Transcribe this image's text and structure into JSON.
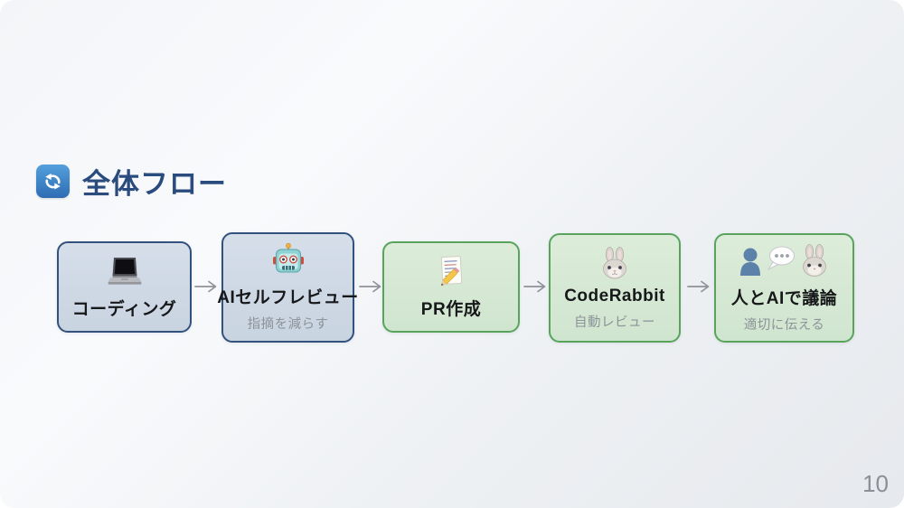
{
  "slide": {
    "title": {
      "text": "全体フロー",
      "icon": "refresh-cycle-icon"
    },
    "flow": {
      "boxes": [
        {
          "label": "コーディング",
          "subtitle": "",
          "icon": "laptop-icon",
          "theme": "blue"
        },
        {
          "label": "AIセルフレビュー",
          "subtitle": "指摘を減らす",
          "icon": "robot-icon",
          "theme": "blue"
        },
        {
          "label": "PR作成",
          "subtitle": "",
          "icon": "memo-pencil-icon",
          "theme": "green"
        },
        {
          "label": "CodeRabbit",
          "subtitle": "自動レビュー",
          "icon": "rabbit-icon",
          "theme": "green"
        },
        {
          "label": "人とAIで議論",
          "subtitle": "適切に伝える",
          "icon": "person-speech-rabbit-icon",
          "theme": "green"
        }
      ],
      "arrow_glyph": "→"
    },
    "page_number": "10",
    "colors": {
      "title_text": "#2a4b7e",
      "blue_box_fill": "#cfd9e5",
      "blue_box_border": "#33517d",
      "green_box_fill": "#d7e9d6",
      "green_box_border": "#58a45c",
      "label_text": "#17181a",
      "subtitle_text": "#8c9399",
      "arrow": "#8e9299",
      "page_number": "#8b8f96"
    }
  }
}
